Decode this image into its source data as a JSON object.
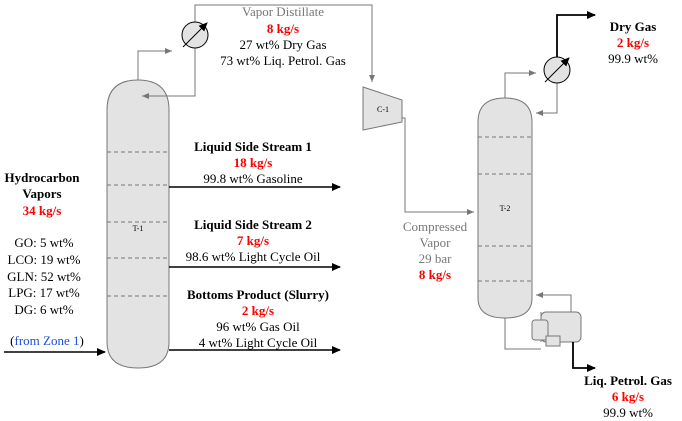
{
  "feed": {
    "title_line1": "Hydrocarbon",
    "title_line2": "Vapors",
    "rate": "34 kg/s",
    "composition": [
      "GO: 5 wt%",
      "LCO: 19 wt%",
      "GLN: 52 wt%",
      "LPG: 17 wt%",
      "DG: 6 wt%"
    ],
    "source_open": "(",
    "source": "from Zone 1",
    "source_close": ")"
  },
  "column1": {
    "label": "T-1"
  },
  "column2": {
    "label": "T-2"
  },
  "compressor": {
    "label": "C-1"
  },
  "vapor_distillate": {
    "title": "Vapor Distillate",
    "rate": "8 kg/s",
    "line1": "27 wt% Dry Gas",
    "line2": "73 wt% Liq. Petrol. Gas"
  },
  "side_stream_1": {
    "title": "Liquid Side Stream 1",
    "rate": "18 kg/s",
    "line1": "99.8 wt% Gasoline"
  },
  "side_stream_2": {
    "title": "Liquid Side Stream 2",
    "rate": "7 kg/s",
    "line1": "98.6 wt% Light Cycle Oil"
  },
  "bottoms": {
    "title": "Bottoms Product (Slurry)",
    "rate": "2 kg/s",
    "line1": "96 wt% Gas Oil",
    "line2": "4 wt% Light Cycle Oil"
  },
  "compressed": {
    "line1": "Compressed",
    "line2": "Vapor",
    "pressure": "29 bar",
    "rate": "8 kg/s"
  },
  "dry_gas": {
    "title": "Dry Gas",
    "rate": "2 kg/s",
    "line1": "99.9 wt%"
  },
  "lpg": {
    "title": "Liq. Petrol. Gas",
    "rate": "6 kg/s",
    "line1": "99.9 wt%"
  },
  "colors": {
    "vessel_fill": "#e3e3e3",
    "rate_red": "#ff0000",
    "link_blue": "#1f4fd6",
    "line_gray": "#777777"
  }
}
